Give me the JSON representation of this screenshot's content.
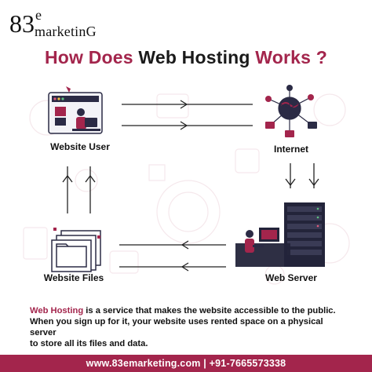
{
  "logo": {
    "number": "83",
    "superscript": "e",
    "word": "marketinG"
  },
  "title": {
    "part1": "How Does ",
    "part2": "Web Hosting",
    "part3": " Works ?"
  },
  "nodes": {
    "website_user": "Website User",
    "internet": "Internet",
    "website_files": "Website Files",
    "web_server": "Web Server"
  },
  "description": {
    "highlight": "Web Hosting",
    "line1_rest": " is a service that makes the website accessible to the public.",
    "line2": "When you sign up for it, your website uses rented space on a physical server",
    "line3": "to store all its files and data."
  },
  "footer": {
    "text": "www.83emarketing.com | +91-7665573338"
  },
  "colors": {
    "brand": "#a3254c",
    "dark": "#1a1a1a",
    "arrow": "#222222"
  },
  "icons": {
    "website_user": "person-at-desk-icon",
    "internet": "globe-network-icon",
    "website_files": "folder-stack-icon",
    "web_server": "server-rack-icon"
  }
}
